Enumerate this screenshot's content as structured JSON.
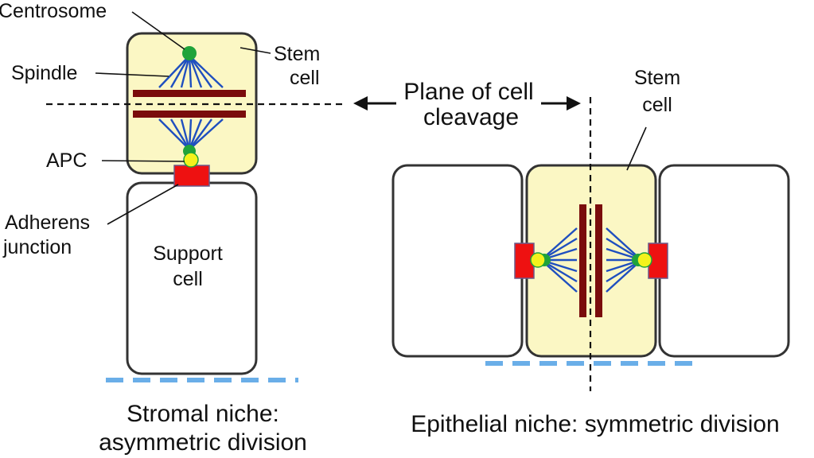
{
  "left_panel": {
    "labels": {
      "centrosome": "Centrosome",
      "spindle": "Spindle",
      "stem_line1": "Stem",
      "stem_line2": "cell",
      "apc": "APC",
      "adherens_line1": "Adherens",
      "adherens_line2": "junction",
      "support_line1": "Support",
      "support_line2": "cell"
    },
    "caption_line1": "Stromal niche:",
    "caption_line2": "asymmetric division"
  },
  "plane_label_line1": "Plane of cell",
  "plane_label_line2": "cleavage",
  "right_panel": {
    "stem_line1": "Stem",
    "stem_line2": "cell",
    "caption": "Epithelial niche: symmetric division"
  },
  "colors": {
    "stem_cell_fill": "#fbf7c4",
    "support_cell_fill": "#ffffff",
    "spindle": "#1f4fbf",
    "metaphase_plate": "#7a0c0c",
    "adherens_junction": "#ee1111",
    "centrosome": "#1fa33a",
    "apc": "#f4f21c",
    "basement_membrane": "#6aaee8"
  }
}
